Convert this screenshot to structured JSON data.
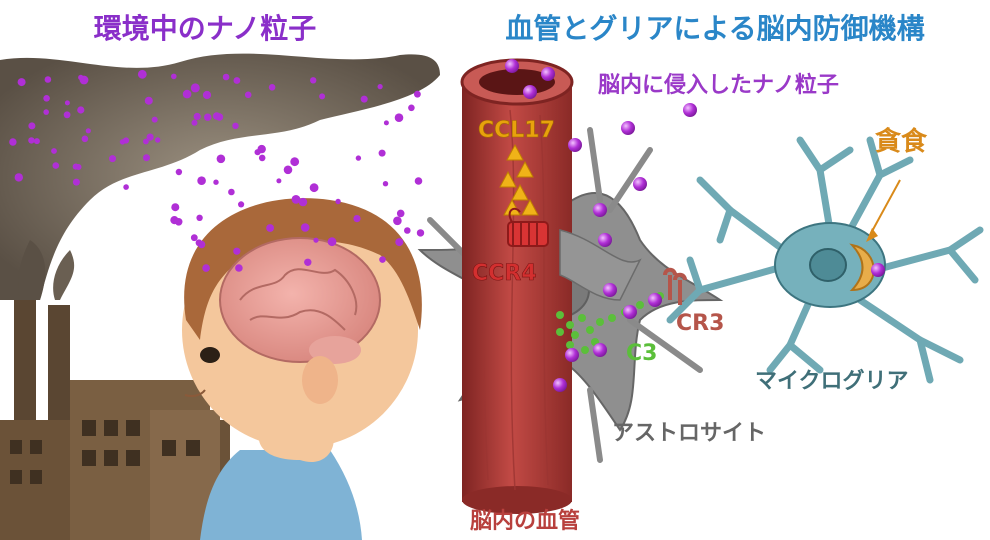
{
  "titles": {
    "left": "環境中のナノ粒子",
    "right": "血管とグリアによる脳内防御機構"
  },
  "labels": {
    "nanoparticles_in_brain": "脳内に侵入したナノ粒子",
    "ccl17": "CCL17",
    "ccr4": "CCR4",
    "c3": "C3",
    "cr3": "CR3",
    "phagocytosis": "貪食",
    "microglia": "マイクログリア",
    "astrocyte": "アストロサイト",
    "brain_vessel": "脳内の血管"
  },
  "colors": {
    "title_left": "#8a2fc9",
    "title_right": "#2a86c8",
    "particle": "#b02fd6",
    "vessel": "#b8403d",
    "astrocyte": "#8f8f8f",
    "microglia": "#6fa9b4",
    "ccl17": "#e8a20c",
    "ccr4": "#d32f2f",
    "c3": "#5bbf3a",
    "cr3": "#b5554a",
    "phagocytosis": "#d98a1a",
    "smoke": "#6f6457"
  }
}
